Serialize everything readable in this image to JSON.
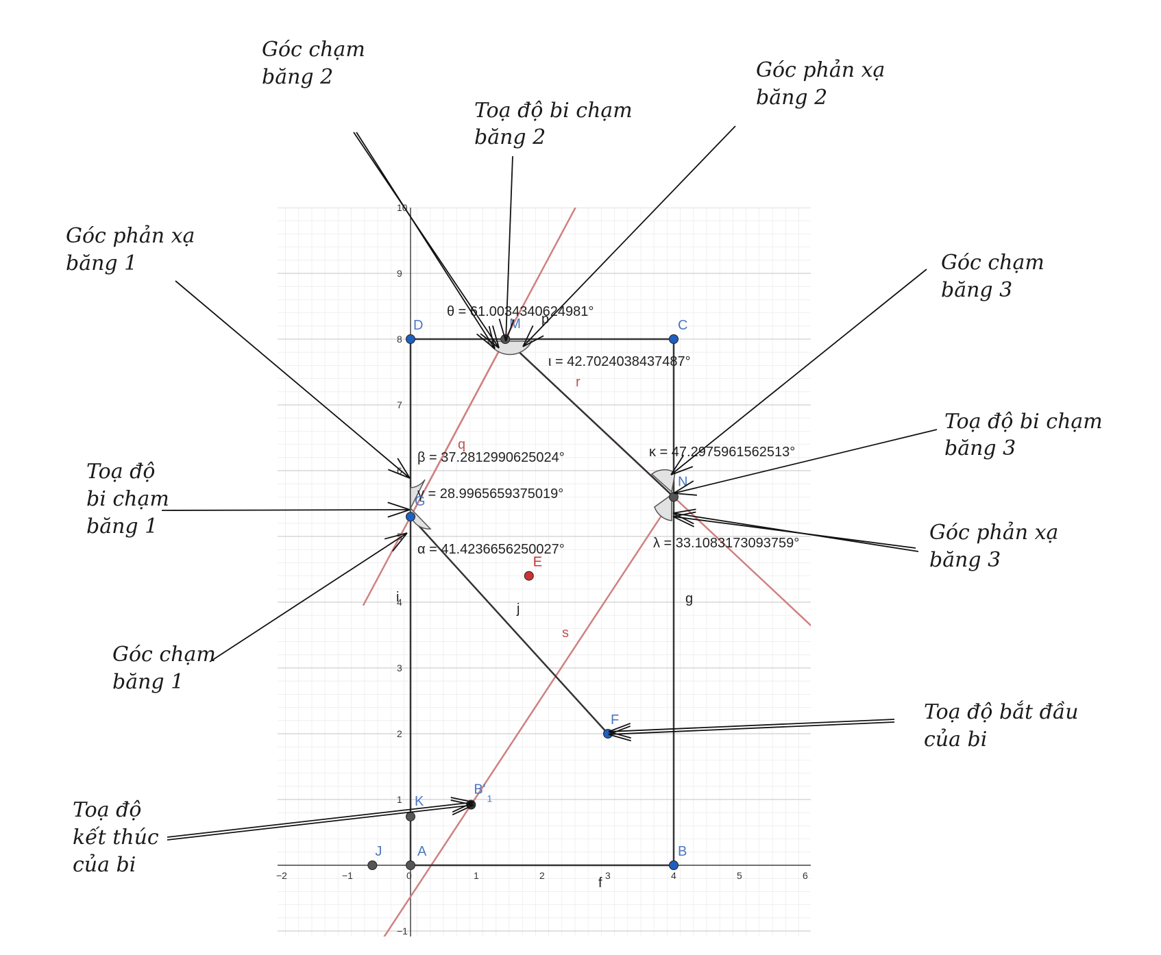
{
  "diagram": {
    "colors": {
      "point_blue": "#1f5fbf",
      "point_gray": "#555555",
      "point_red": "#cc3333",
      "line_red": "#d08080",
      "line_black": "#333333",
      "label_blue": "#4a78c0"
    },
    "axes": {
      "x_ticks": [
        "-2",
        "-1",
        "0",
        "1",
        "2",
        "3",
        "4",
        "5",
        "6"
      ],
      "y_ticks": [
        "-1",
        "1",
        "2",
        "3",
        "4",
        "5",
        "6",
        "7",
        "8",
        "9",
        "10"
      ]
    },
    "points": {
      "A": {
        "label": "A",
        "x": 0,
        "y": 0
      },
      "B": {
        "label": "B",
        "x": 4,
        "y": 0
      },
      "C": {
        "label": "C",
        "x": 4,
        "y": 8
      },
      "D": {
        "label": "D",
        "x": 0,
        "y": 8
      },
      "E": {
        "label": "E",
        "x": 1.8,
        "y": 4.4
      },
      "F": {
        "label": "F",
        "x": 3,
        "y": 2
      },
      "G": {
        "label": "G",
        "x": 0,
        "y": 5.3
      },
      "M": {
        "label": "M",
        "x": 1.44,
        "y": 8
      },
      "N": {
        "label": "N",
        "x": 4,
        "y": 5.6
      },
      "J": {
        "label": "J",
        "x": -0.58,
        "y": 0
      },
      "K": {
        "label": "K",
        "x": 0,
        "y": 0.74
      },
      "B1": {
        "label": "B'",
        "sub": "1",
        "x": 0.92,
        "y": 0.92
      }
    },
    "line_labels": {
      "q": "q",
      "r": "r",
      "s": "s",
      "p": "p",
      "j": "j",
      "g": "g",
      "f": "f",
      "i": "i"
    },
    "angles": {
      "theta": "θ = 61.0034340624981°",
      "iota": "ι = 42.7024038437487°",
      "beta": "β = 37.2812990625024°",
      "gamma": "γ = 28.9965659375019°",
      "alpha": "α = 41.4236656250027°",
      "kappa": "κ = 47.2975961562513°",
      "lambda": "λ = 33.1083173093759°"
    },
    "annotations": {
      "goc_cham_bang_2": [
        "Góc chạm",
        "băng 2"
      ],
      "toa_do_bi_cham_bang_2": [
        "Toạ độ bi chạm",
        "băng 2"
      ],
      "goc_phan_xa_bang_2": [
        "Góc phản xạ",
        "băng 2"
      ],
      "goc_phan_xa_bang_1": [
        "Góc phản xạ",
        "băng 1"
      ],
      "goc_cham_bang_3": [
        "Góc chạm",
        "băng 3"
      ],
      "toa_do_bi_cham_bang_1": [
        "Toạ độ",
        "bi chạm",
        "băng 1"
      ],
      "toa_do_bi_cham_bang_3": [
        "Toạ độ bi chạm",
        "băng 3"
      ],
      "goc_phan_xa_bang_3": [
        "Góc phản xạ",
        "băng 3"
      ],
      "goc_cham_bang_1": [
        "Góc chạm",
        "băng 1"
      ],
      "toa_do_bat_dau": [
        "Toạ độ bắt đầu",
        "của bi"
      ],
      "toa_do_ket_thuc": [
        "Toạ độ",
        "kết thúc",
        "của bi"
      ]
    }
  }
}
